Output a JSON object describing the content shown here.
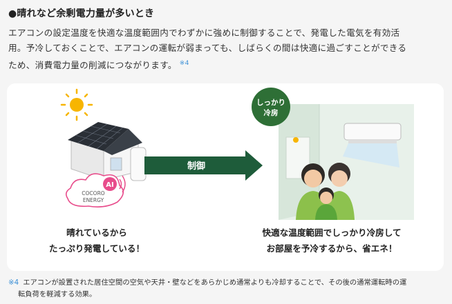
{
  "heading": "●晴れなど余剰電力量が多いとき",
  "body": {
    "line1": "エアコンの設定温度を快適な温度範囲内でわずかに強めに制御することで、発電した電気を有効活",
    "line2": "用。予冷しておくことで、エアコンの運転が弱まっても、しばらくの間は快適に過ごすことができる",
    "line3": "ため、消費電力量の削減につながります。",
    "note_ref": "※4"
  },
  "illustration": {
    "ai_badge": "AI",
    "cocoro_line1": "COCORO",
    "cocoro_line2": "ENERGY",
    "arrow_label": "制御",
    "badge_line1": "しっかり",
    "badge_line2": "冷房"
  },
  "captions": {
    "left_line1": "晴れているから",
    "left_line2": "たっぷり発電している！",
    "right_line1": "快適な温度範囲でしっかり冷房して",
    "right_line2": "お部屋を予冷するから、省エネ！"
  },
  "footnote": {
    "mark": "※4",
    "line1": "エアコンが設置された居住空間の空気や天井・壁などをあらかじめ通常よりも冷却することで、その後の通常運転時の運",
    "line2": "転負荷を軽減する効果。"
  },
  "colors": {
    "accent_green": "#1e5c3a",
    "note_blue": "#3a8fd6",
    "badge_green": "#2e6f36"
  }
}
